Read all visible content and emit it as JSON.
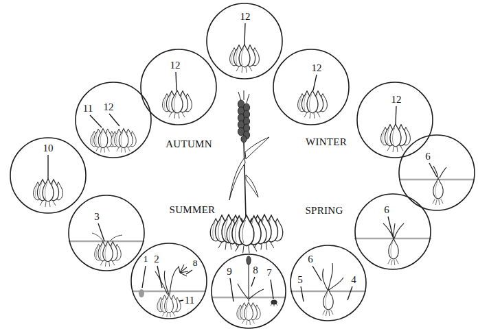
{
  "diagram": {
    "nodes": [
      {
        "text": [
          "10"
        ]
      },
      {
        "text": [
          "11",
          "12"
        ]
      },
      {
        "text": [
          "12"
        ]
      },
      {
        "text": [
          "12"
        ]
      },
      {
        "text": [
          "12"
        ]
      },
      {
        "text": [
          "12"
        ]
      },
      {
        "text": [
          "6"
        ]
      },
      {
        "text": [
          "6"
        ]
      },
      {
        "text": [
          "6",
          "5",
          "4"
        ]
      },
      {
        "text": [
          "9",
          "8",
          "7"
        ]
      },
      {
        "text": [
          "1",
          "2",
          "8",
          "11"
        ]
      },
      {
        "text": [
          "3"
        ]
      }
    ],
    "labels": [
      "AUTUMN",
      "WINTER",
      "SUMMER",
      "SPRING"
    ]
  }
}
